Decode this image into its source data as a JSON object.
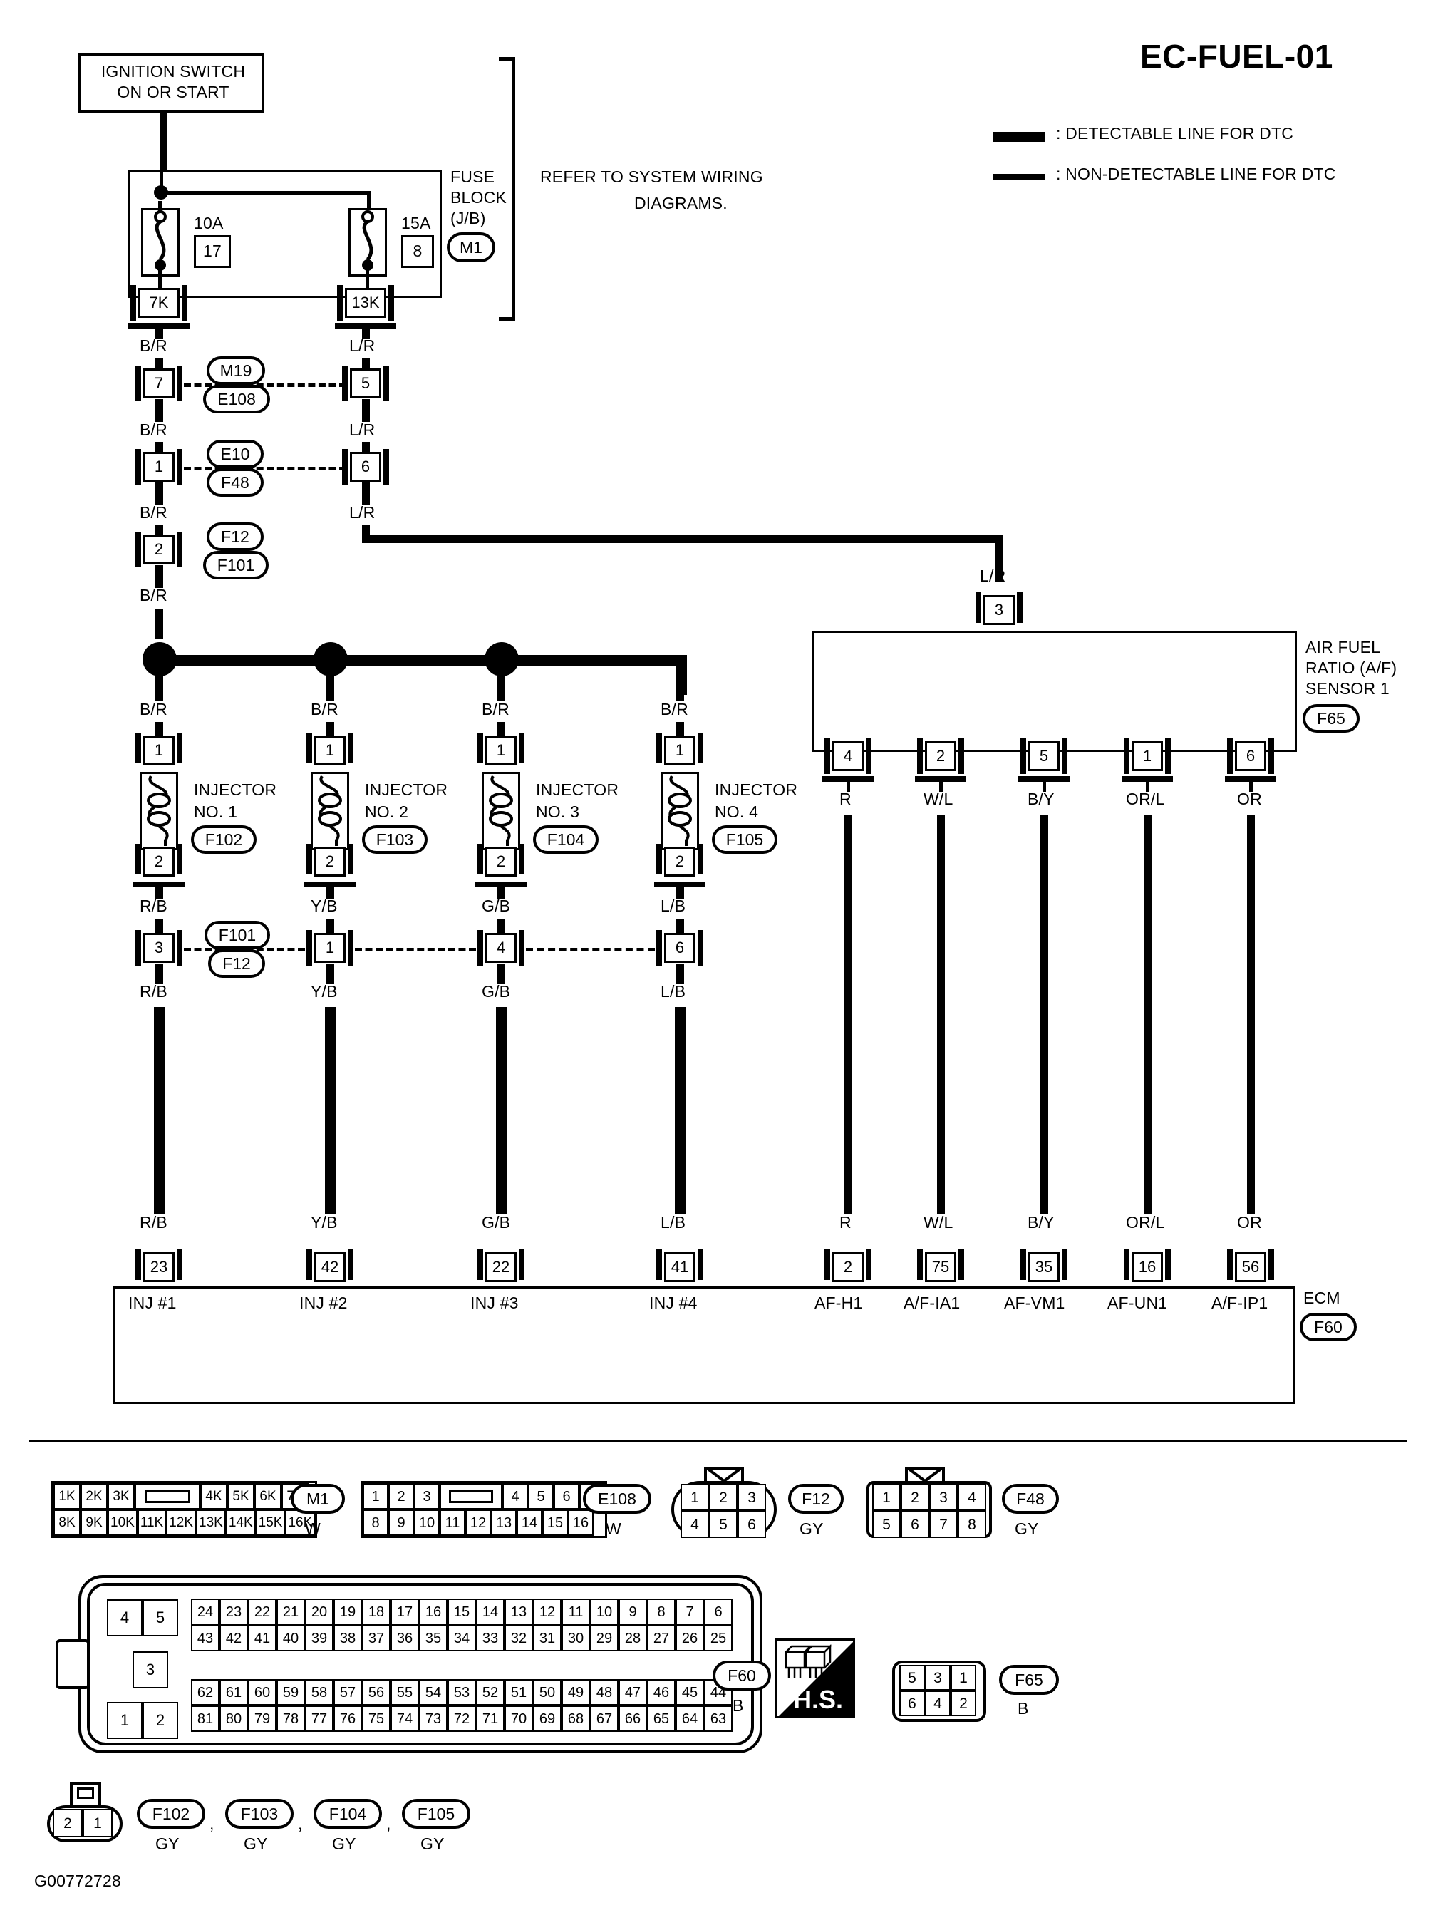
{
  "page": {
    "title": "EC-FUEL-01",
    "doc_id": "G00772728"
  },
  "legend": {
    "detectable": ": DETECTABLE LINE FOR DTC",
    "non_detectable": ": NON-DETECTABLE LINE FOR DTC"
  },
  "ignition": {
    "label_line1": "IGNITION SWITCH",
    "label_line2": "ON OR START"
  },
  "refer_note": {
    "line1": "REFER TO SYSTEM WIRING",
    "line2": "DIAGRAMS."
  },
  "fuse_block": {
    "label_line1": "FUSE",
    "label_line2": "BLOCK",
    "label_line3": "(J/B)",
    "connector": "M1",
    "fuses": [
      {
        "amp": "10A",
        "num": "17",
        "out_terminal": "7K",
        "wire": "B/R"
      },
      {
        "amp": "15A",
        "num": "8",
        "out_terminal": "13K",
        "wire": "L/R"
      }
    ]
  },
  "inline_connectors": [
    {
      "left_pin": "7",
      "right_pin": "5",
      "upper_id": "M19",
      "lower_id": "E108",
      "left_wire": "B/R",
      "right_wire": "L/R"
    },
    {
      "left_pin": "1",
      "right_pin": "6",
      "upper_id": "E10",
      "lower_id": "F48",
      "left_wire": "B/R",
      "right_wire": "L/R"
    },
    {
      "left_pin": "2",
      "right_pin": "",
      "upper_id": "F12",
      "lower_id": "F101",
      "left_wire": "B/R",
      "right_wire": ""
    }
  ],
  "af_sensor": {
    "name_line1": "AIR FUEL",
    "name_line2": "RATIO (A/F)",
    "name_line3": "SENSOR 1",
    "connector": "F65",
    "top_pin": "3",
    "top_wire": "L/R",
    "pins": [
      {
        "pin": "4",
        "wire": "R"
      },
      {
        "pin": "2",
        "wire": "W/L"
      },
      {
        "pin": "5",
        "wire": "B/Y"
      },
      {
        "pin": "1",
        "wire": "OR/L"
      },
      {
        "pin": "6",
        "wire": "OR"
      }
    ]
  },
  "injectors": [
    {
      "name_line1": "INJECTOR",
      "name_line2": "NO. 1",
      "connector": "F102",
      "top_pin": "1",
      "bot_pin": "2",
      "feed_wire": "B/R",
      "out_wire": "R/B",
      "mid_pin": "3",
      "mid_upper_id": "F101",
      "mid_lower_id": "F12"
    },
    {
      "name_line1": "INJECTOR",
      "name_line2": "NO. 2",
      "connector": "F103",
      "top_pin": "1",
      "bot_pin": "2",
      "feed_wire": "B/R",
      "out_wire": "Y/B",
      "mid_pin": "1",
      "mid_upper_id": "",
      "mid_lower_id": ""
    },
    {
      "name_line1": "INJECTOR",
      "name_line2": "NO. 3",
      "connector": "F104",
      "top_pin": "1",
      "bot_pin": "2",
      "feed_wire": "B/R",
      "out_wire": "G/B",
      "mid_pin": "4",
      "mid_upper_id": "",
      "mid_lower_id": ""
    },
    {
      "name_line1": "INJECTOR",
      "name_line2": "NO. 4",
      "connector": "F105",
      "top_pin": "1",
      "bot_pin": "2",
      "feed_wire": "B/R",
      "out_wire": "L/B",
      "mid_pin": "6",
      "mid_upper_id": "",
      "mid_lower_id": ""
    }
  ],
  "ecm": {
    "label": "ECM",
    "connector": "F60",
    "terminals": [
      {
        "pin": "23",
        "signal": "INJ #1",
        "wire": "R/B"
      },
      {
        "pin": "42",
        "signal": "INJ #2",
        "wire": "Y/B"
      },
      {
        "pin": "22",
        "signal": "INJ #3",
        "wire": "G/B"
      },
      {
        "pin": "41",
        "signal": "INJ #4",
        "wire": "L/B"
      },
      {
        "pin": "2",
        "signal": "AF-H1",
        "wire": "R"
      },
      {
        "pin": "75",
        "signal": "A/F-IA1",
        "wire": "W/L"
      },
      {
        "pin": "35",
        "signal": "AF-VM1",
        "wire": "B/Y"
      },
      {
        "pin": "16",
        "signal": "AF-UN1",
        "wire": "OR/L"
      },
      {
        "pin": "56",
        "signal": "A/F-IP1",
        "wire": "OR"
      }
    ]
  },
  "connector_views": {
    "m1": {
      "id": "M1",
      "color": "W",
      "row1": [
        "1K",
        "2K",
        "3K",
        "__SLOT__",
        "4K",
        "5K",
        "6K",
        "7K"
      ],
      "row2": [
        "8K",
        "9K",
        "10K",
        "11K",
        "12K",
        "13K",
        "14K",
        "15K",
        "16K"
      ]
    },
    "e108": {
      "id": "E108",
      "color": "W",
      "row1": [
        "1",
        "2",
        "3",
        "__SLOT__",
        "4",
        "5",
        "6",
        "7"
      ],
      "row2": [
        "8",
        "9",
        "10",
        "11",
        "12",
        "13",
        "14",
        "15",
        "16"
      ]
    },
    "f12": {
      "id": "F12",
      "color": "GY",
      "row1": [
        "1",
        "2",
        "3"
      ],
      "row2": [
        "4",
        "5",
        "6"
      ]
    },
    "f48": {
      "id": "F48",
      "color": "GY",
      "row1": [
        "1",
        "2",
        "3",
        "4"
      ],
      "row2": [
        "5",
        "6",
        "7",
        "8"
      ]
    },
    "f60": {
      "id": "F60",
      "color": "B",
      "left_top": [
        "4",
        "5"
      ],
      "left_mid": [
        "3"
      ],
      "left_bot": [
        "1",
        "2"
      ],
      "bank1_row1": [
        "24",
        "23",
        "22",
        "21",
        "20",
        "19",
        "18",
        "17",
        "16",
        "15",
        "14",
        "13",
        "12",
        "11",
        "10",
        "9",
        "8",
        "7",
        "6"
      ],
      "bank1_row2": [
        "43",
        "42",
        "41",
        "40",
        "39",
        "38",
        "37",
        "36",
        "35",
        "34",
        "33",
        "32",
        "31",
        "30",
        "29",
        "28",
        "27",
        "26",
        "25"
      ],
      "bank2_row1": [
        "62",
        "61",
        "60",
        "59",
        "58",
        "57",
        "56",
        "55",
        "54",
        "53",
        "52",
        "51",
        "50",
        "49",
        "48",
        "47",
        "46",
        "45",
        "44"
      ],
      "bank2_row2": [
        "81",
        "80",
        "79",
        "78",
        "77",
        "76",
        "75",
        "74",
        "73",
        "72",
        "71",
        "70",
        "69",
        "68",
        "67",
        "66",
        "65",
        "64",
        "63"
      ]
    },
    "f65": {
      "id": "F65",
      "color": "B",
      "row1": [
        "5",
        "3",
        "1"
      ],
      "row2": [
        "6",
        "4",
        "2"
      ]
    },
    "injector_conn": {
      "ids": [
        "F102",
        "F103",
        "F104",
        "F105"
      ],
      "colors": [
        "GY",
        "GY",
        "GY",
        "GY"
      ],
      "row": [
        "2",
        "1"
      ],
      "separator": ","
    },
    "hs_label": "H.S."
  }
}
